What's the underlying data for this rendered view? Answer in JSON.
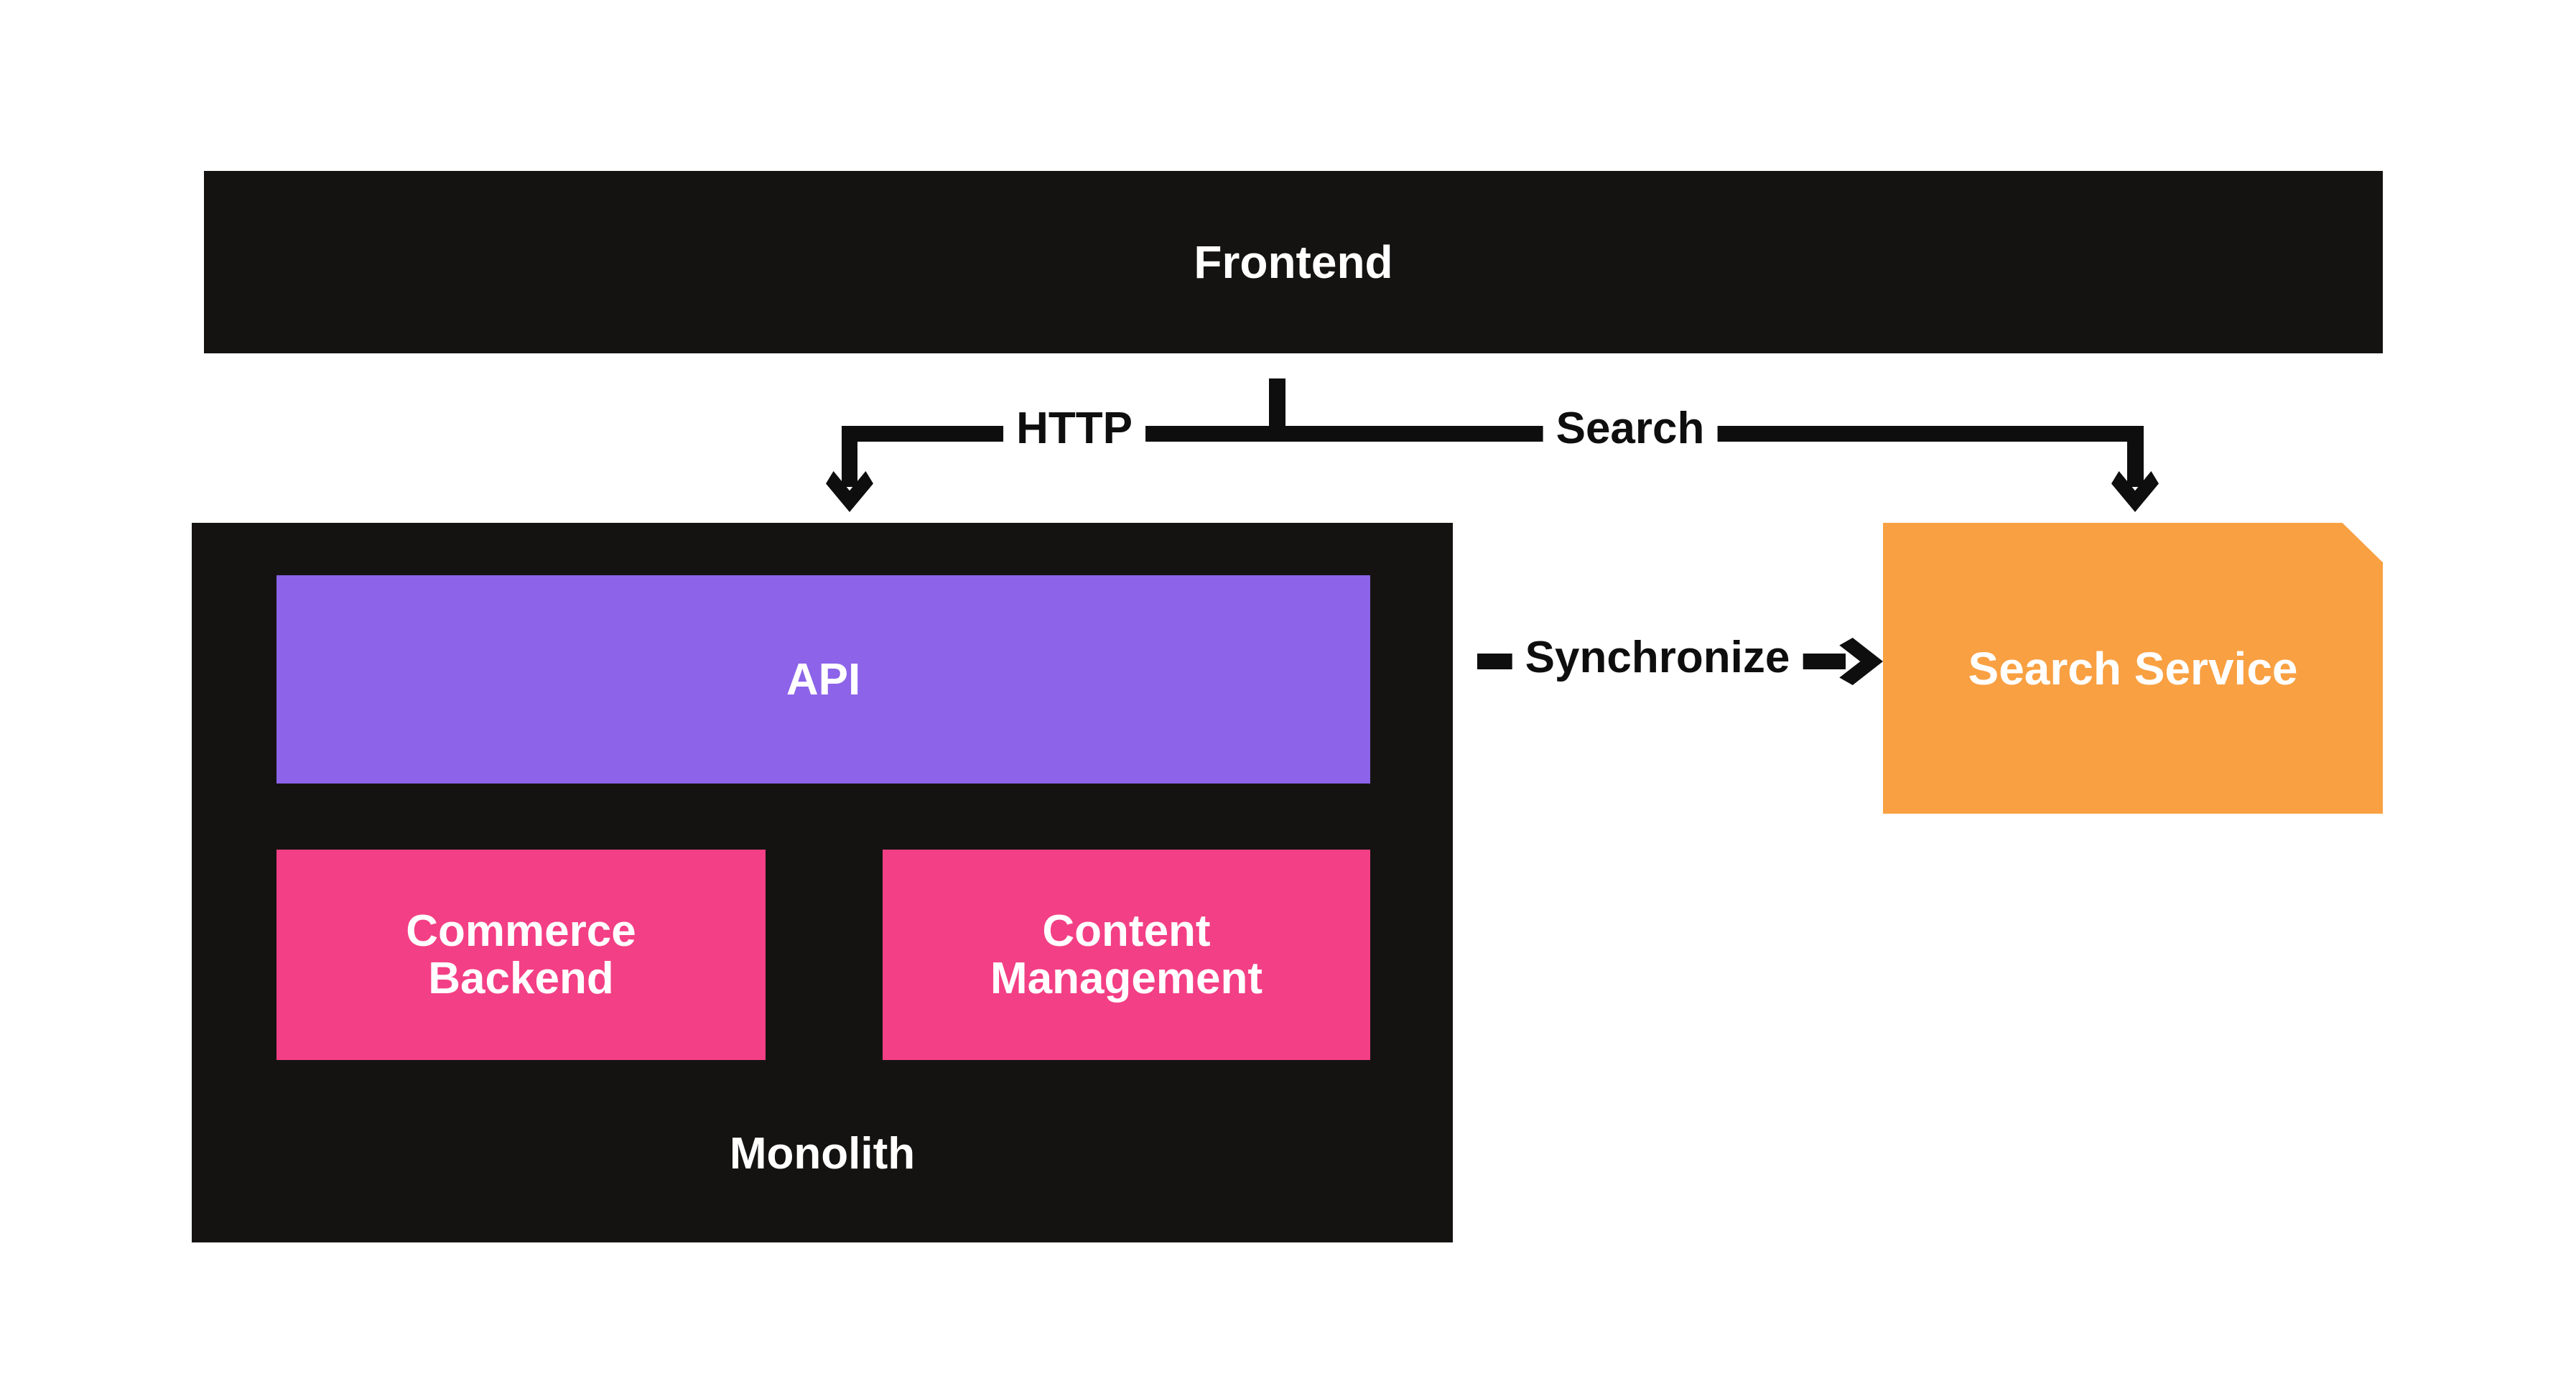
{
  "nodes": {
    "frontend": {
      "label": "Frontend"
    },
    "monolith": {
      "label": "Monolith"
    },
    "api": {
      "label": "API"
    },
    "commerce_backend": {
      "line1": "Commerce",
      "line2": "Backend"
    },
    "content_management": {
      "line1": "Content",
      "line2": "Management"
    },
    "search_service": {
      "label": "Search Service"
    }
  },
  "connectors": {
    "http": {
      "label": "HTTP"
    },
    "search": {
      "label": "Search"
    },
    "synchronize": {
      "label": "Synchronize"
    }
  },
  "colors": {
    "black": "#151312",
    "purple": "#8C63E9",
    "pink": "#F33F85",
    "orange": "#F9A042",
    "line": "#0F0E0E",
    "background": "#FFFFFF"
  }
}
